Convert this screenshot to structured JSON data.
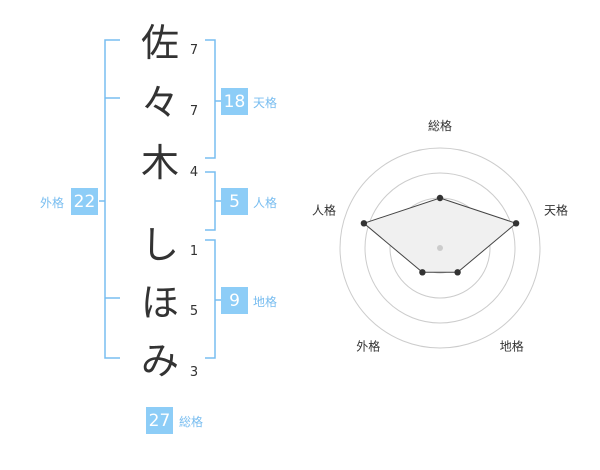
{
  "colors": {
    "accent": "#8dcdf7",
    "accent_text": "#78bdf0",
    "bracket": "#78bdf0",
    "text": "#333333"
  },
  "name_chars": [
    {
      "char": "佐",
      "strokes": "7"
    },
    {
      "char": "々",
      "strokes": "7"
    },
    {
      "char": "木",
      "strokes": "4"
    },
    {
      "char": "し",
      "strokes": "1"
    },
    {
      "char": "ほ",
      "strokes": "5"
    },
    {
      "char": "み",
      "strokes": "3"
    }
  ],
  "kaku": {
    "tenkaku": {
      "label": "天格",
      "value": "18"
    },
    "jinkaku": {
      "label": "人格",
      "value": "5"
    },
    "chikaku": {
      "label": "地格",
      "value": "9"
    },
    "gaikaku": {
      "label": "外格",
      "value": "22"
    },
    "soukaku": {
      "label": "総格",
      "value": "27"
    }
  },
  "chart_data": {
    "type": "radar",
    "axes": [
      "総格",
      "天格",
      "地格",
      "外格",
      "人格"
    ],
    "values": [
      0.5,
      0.8,
      0.3,
      0.3,
      0.8
    ],
    "range": [
      0,
      1
    ],
    "rings": 4
  }
}
